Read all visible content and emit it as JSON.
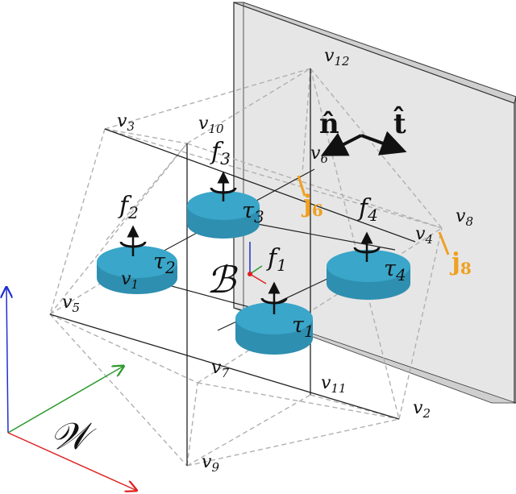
{
  "vertices": {
    "v1": {
      "base": "v",
      "sub": "1"
    },
    "v2": {
      "base": "v",
      "sub": "2"
    },
    "v3": {
      "base": "v",
      "sub": "3"
    },
    "v4": {
      "base": "v",
      "sub": "4"
    },
    "v5": {
      "base": "v",
      "sub": "5"
    },
    "v6": {
      "base": "v",
      "sub": "6"
    },
    "v7": {
      "base": "v",
      "sub": "7"
    },
    "v8": {
      "base": "v",
      "sub": "8"
    },
    "v9": {
      "base": "v",
      "sub": "9"
    },
    "v10": {
      "base": "v",
      "sub": "10"
    },
    "v11": {
      "base": "v",
      "sub": "11"
    },
    "v12": {
      "base": "v",
      "sub": "12"
    }
  },
  "thrusts": {
    "f1": {
      "base": "f",
      "sub": "1"
    },
    "f2": {
      "base": "f",
      "sub": "2"
    },
    "f3": {
      "base": "f",
      "sub": "3"
    },
    "f4": {
      "base": "f",
      "sub": "4"
    }
  },
  "torques": {
    "tau1": {
      "base": "τ",
      "sub": "1"
    },
    "tau2": {
      "base": "τ",
      "sub": "2"
    },
    "tau3": {
      "base": "τ",
      "sub": "3"
    },
    "tau4": {
      "base": "τ",
      "sub": "4"
    }
  },
  "normal_vector": "n̂",
  "tangent_vector": "t̂",
  "contact_forces": {
    "j6": {
      "base": "j",
      "sub": "6"
    },
    "j8": {
      "base": "j",
      "sub": "8"
    }
  },
  "body_frame": "ℬ",
  "world_frame": "𝒲",
  "colors": {
    "rotor": "#3aa6c9",
    "wall": "#e6e6e6",
    "contact_force": "#f0a020",
    "axis_x": "#e02020",
    "axis_y": "#2a9a2a",
    "axis_z": "#2030d0"
  }
}
